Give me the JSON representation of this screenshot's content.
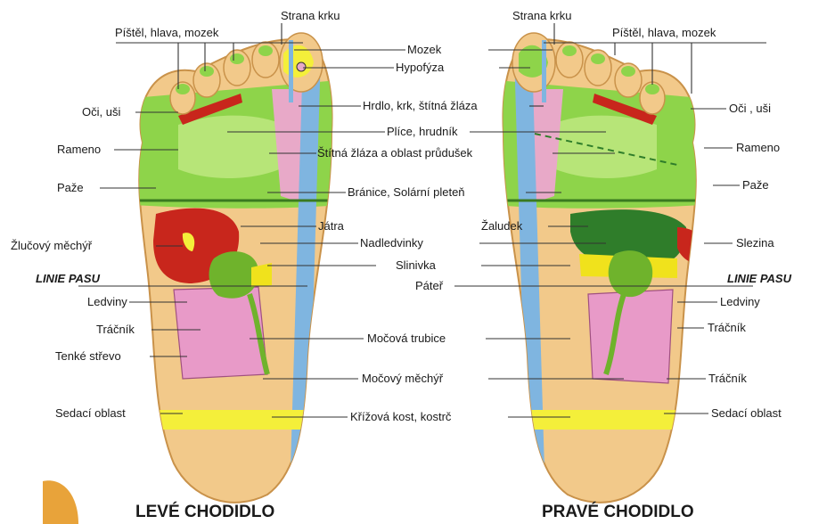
{
  "colors": {
    "skin": "#f2c98a",
    "skin_edge": "#c9924a",
    "lung_green": "#8ed44a",
    "spine_blue": "#7fb5e0",
    "throat_pink": "#e8a9c8",
    "liver_red": "#c8261c",
    "intestine_pink": "#e89ac8",
    "bladder_green": "#6fb32c",
    "stomach_dark_green": "#2f7d2a",
    "pancreas_yellow": "#f0e21c",
    "sacral_yellow": "#f4ef3a",
    "accent_orange": "#e8a33a"
  },
  "labels": {
    "left_outer": {
      "pistel": "Píštěl, hlava, mozek",
      "oci": "Oči, uši",
      "rameno": "Rameno",
      "paze": "Paže",
      "zlucovy": "Žlučový měchýř",
      "linie": "LINIE PASU",
      "ledviny": "Ledviny",
      "tracnik": "Tráčník",
      "tenke": "Tenké střevo",
      "sedaci": "Sedací oblast"
    },
    "left_inner": {
      "strana_krku": "Strana krku"
    },
    "center": {
      "mozek": "Mozek",
      "hypofyza": "Hypofýza",
      "hrdlo": "Hrdlo, krk, štítná žláza",
      "plice": "Plíce, hrudník",
      "stitna": "Štítná žláza a oblast průdušek",
      "branice": "Bránice, Solární pleteň",
      "jatra": "Játra",
      "zaludek": "Žaludek",
      "nadledvinky": "Nadledvinky",
      "slinivka": "Slinivka",
      "pater": "Páteř",
      "mocova_trubice": "Močová trubice",
      "mocovy_mechyr": "Močový měchýř",
      "krizova": "Křížová kost, kostrč"
    },
    "right_outer": {
      "strana_krku": "Strana krku",
      "pistel": "Píštěl, hlava, mozek",
      "oci": "Oči , uši",
      "rameno": "Rameno",
      "paze": "Paže",
      "slezina": "Slezina",
      "linie": "LINIE PASU",
      "ledviny": "Ledviny",
      "tracnik1": "Tráčník",
      "tracnik2": "Tráčník",
      "sedaci": "Sedací oblast"
    }
  },
  "captions": {
    "left": "LEVÉ CHODIDLO",
    "right": "PRAVÉ CHODIDLO"
  }
}
